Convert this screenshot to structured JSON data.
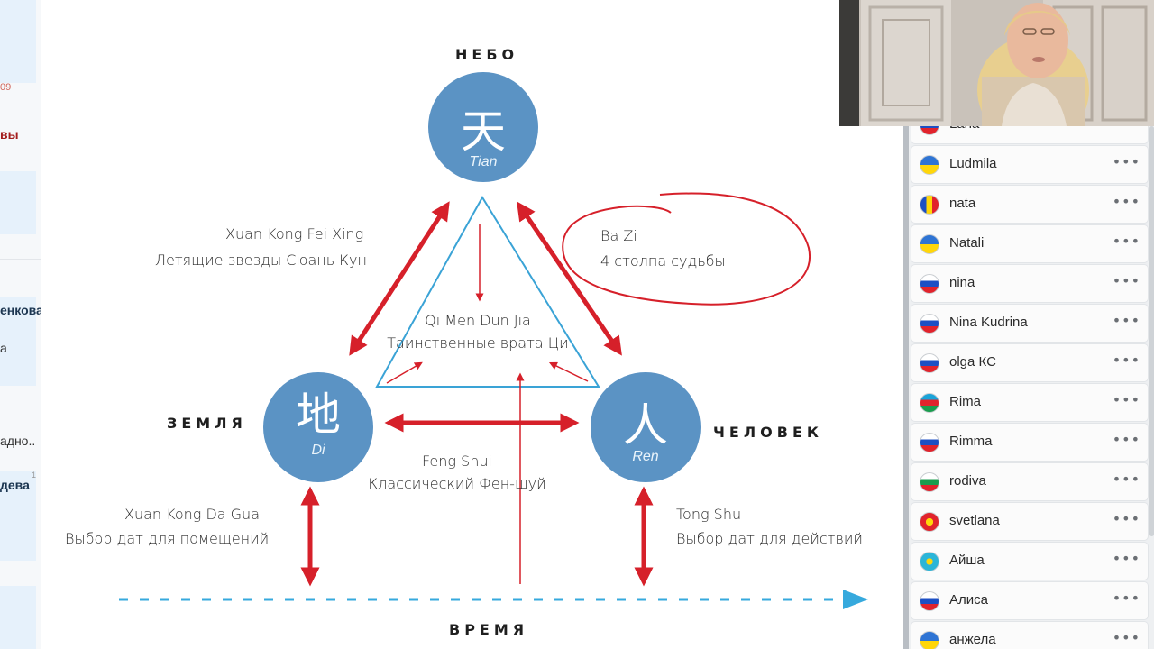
{
  "left_panel": {
    "fragments": [
      "09",
      "вы",
      "енкова",
      "а",
      "адно..",
      "дева",
      "1"
    ]
  },
  "slide": {
    "top_label": "НЕБО",
    "left_label": "ЗЕМЛЯ",
    "right_label": "ЧЕЛОВЕК",
    "bottom_label": "ВРЕМЯ",
    "tian": {
      "char": "天",
      "latin": "Tian"
    },
    "di": {
      "char": "地",
      "latin": "Di"
    },
    "ren": {
      "char": "人",
      "latin": "Ren"
    },
    "xkfx": {
      "line1": "Xuan Kong Fei Xing",
      "line2": "Летящие звезды Сюань Кун"
    },
    "bazi": {
      "line1": "Ba Zi",
      "line2": "4 столпа судьбы"
    },
    "qimen": {
      "line1": "Qi Men Dun Jia",
      "line2": "Таинственные врата Ци"
    },
    "fengshui": {
      "line1": "Feng Shui",
      "line2": "Классический Фен-шуй"
    },
    "xkdg": {
      "line1": "Xuan Kong Da Gua",
      "line2": "Выбор дат для помещений"
    },
    "tongshu": {
      "line1": "Tong Shu",
      "line2": "Выбор дат для действий"
    },
    "colors": {
      "circle": "#5b93c4",
      "arrow": "#d6202a",
      "triangle": "#3aa3d6",
      "time_arrow": "#36a9dd"
    }
  },
  "participants": [
    {
      "name": "Lana",
      "flag": "russia-flag-icon"
    },
    {
      "name": "Ludmila",
      "flag": "ukraine-flag-icon"
    },
    {
      "name": "nata",
      "flag": "moldova-flag-icon"
    },
    {
      "name": "Natali",
      "flag": "ukraine-flag-icon"
    },
    {
      "name": "nina",
      "flag": "russia-flag-icon"
    },
    {
      "name": "Nina Kudrina",
      "flag": "russia-flag-icon"
    },
    {
      "name": "olga КС",
      "flag": "russia-flag-icon"
    },
    {
      "name": "Rima",
      "flag": "azerbaijan-flag-icon"
    },
    {
      "name": "Rimma",
      "flag": "russia-flag-icon"
    },
    {
      "name": "rodiva",
      "flag": "bulgaria-flag-icon"
    },
    {
      "name": "svetlana",
      "flag": "kyrgyzstan-flag-icon"
    },
    {
      "name": "Айша",
      "flag": "kazakhstan-flag-icon"
    },
    {
      "name": "Алиса",
      "flag": "russia-flag-icon"
    },
    {
      "name": "анжела",
      "flag": "ukraine-flag-icon"
    }
  ],
  "more_label": "•••"
}
